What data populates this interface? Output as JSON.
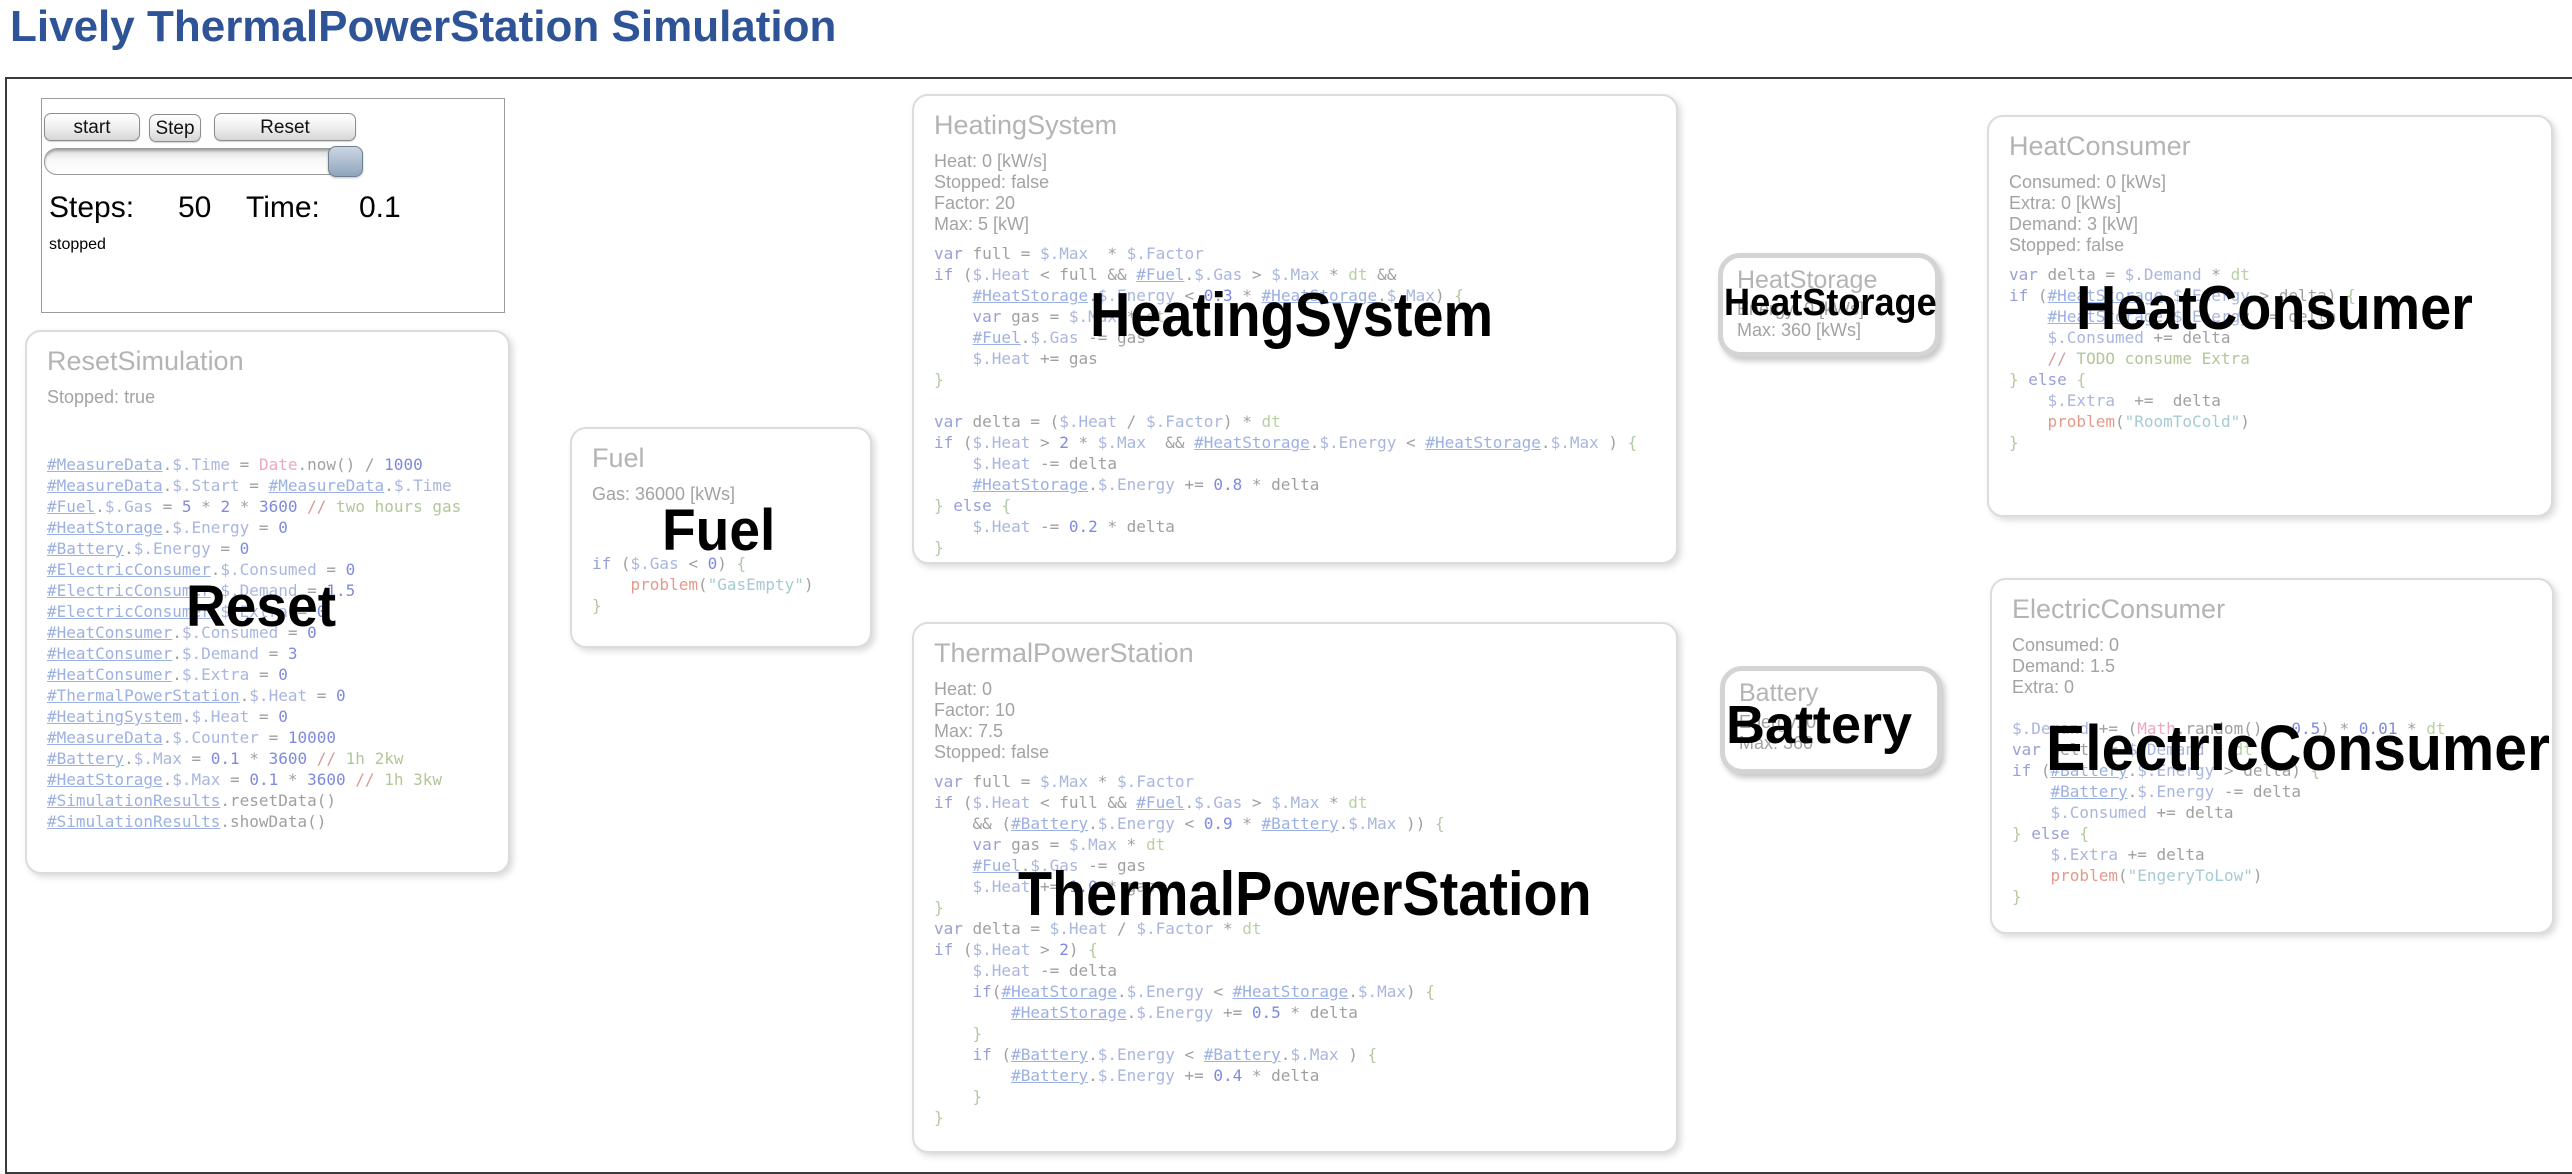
{
  "page": {
    "title": "Lively ThermalPowerStation Simulation",
    "title_color": "#2e5397"
  },
  "control_panel": {
    "start_button": "start",
    "step_button": "Step",
    "reset_button": "Reset",
    "steps_label": "Steps:",
    "steps_value": "50",
    "time_label": "Time:",
    "time_value": "0.1",
    "status": "stopped",
    "slider_position_percent": 90
  },
  "modules": {
    "reset_simulation": {
      "title": "ResetSimulation",
      "stats": [
        "Stopped: true"
      ],
      "code": [
        "#MeasureData.$.Time = Date.now() / 1000",
        "#MeasureData.$.Start = #MeasureData.$.Time",
        "#Fuel.$.Gas = 5 * 2 * 3600 // two hours gas",
        "#HeatStorage.$.Energy = 0",
        "#Battery.$.Energy = 0",
        "#ElectricConsumer.$.Consumed = 0",
        "#ElectricConsumer.$.Demand = 1.5",
        "#ElectricConsumer.$.Extra = 0",
        "#HeatConsumer.$.Consumed = 0",
        "#HeatConsumer.$.Demand = 3",
        "#HeatConsumer.$.Extra = 0",
        "#ThermalPowerStation.$.Heat = 0",
        "#HeatingSystem.$.Heat = 0",
        "#MeasureData.$.Counter = 10000",
        "#Battery.$.Max = 0.1 * 3600 // 1h 2kw",
        "#HeatStorage.$.Max = 0.1 * 3600 // 1h 3kw",
        "#SimulationResults.resetData()",
        "#SimulationResults.showData()"
      ]
    },
    "fuel": {
      "title": "Fuel",
      "stats": [
        "Gas: 36000 [kWs]"
      ],
      "code": [
        "if ($.Gas < 0) {",
        "    problem(\"GasEmpty\")",
        "}"
      ]
    },
    "heating_system": {
      "title": "HeatingSystem",
      "stats": [
        "Heat: 0 [kW/s]",
        "Stopped: false",
        "Factor: 20",
        "Max: 5 [kW]"
      ],
      "code": [
        "var full = $.Max  * $.Factor",
        "if ($.Heat < full && #Fuel.$.Gas > $.Max * dt &&",
        "    #HeatStorage.$.Energy < 0.3 * #HeatStorage.$.Max) {",
        "    var gas = $.Max * dt",
        "    #Fuel.$.Gas -= gas",
        "    $.Heat += gas",
        "}",
        "",
        "var delta = ($.Heat / $.Factor) * dt",
        "if ($.Heat > 2 * $.Max  && #HeatStorage.$.Energy < #HeatStorage.$.Max ) {",
        "    $.Heat -= delta",
        "    #HeatStorage.$.Energy += 0.8 * delta",
        "} else {",
        "    $.Heat -= 0.2 * delta",
        "}"
      ]
    },
    "thermal_power_station": {
      "title": "ThermalPowerStation",
      "stats": [
        "Heat: 0",
        "Factor: 10",
        "Max: 7.5",
        "Stopped: false"
      ],
      "code": [
        "var full = $.Max * $.Factor",
        "if ($.Heat < full && #Fuel.$.Gas > $.Max * dt",
        "    && (#Battery.$.Energy < 0.9 * #Battery.$.Max )) {",
        "    var gas = $.Max * dt",
        "    #Fuel.$.Gas -= gas",
        "    $.Heat += 1.0 * gas",
        "}",
        "var delta = $.Heat / $.Factor * dt",
        "if ($.Heat > 2) {",
        "    $.Heat -= delta",
        "    if(#HeatStorage.$.Energy < #HeatStorage.$.Max) {",
        "        #HeatStorage.$.Energy += 0.5 * delta",
        "    }",
        "    if (#Battery.$.Energy < #Battery.$.Max ) {",
        "        #Battery.$.Energy += 0.4 * delta",
        "    }",
        "}"
      ]
    },
    "heat_storage": {
      "title": "HeatStorage",
      "stats": [
        "Energy: 0 [kWs]",
        "Max: 360 [kWs]"
      ]
    },
    "battery": {
      "title": "Battery",
      "stats": [
        "Energy: 0",
        "Max: 360"
      ]
    },
    "heat_consumer": {
      "title": "HeatConsumer",
      "stats": [
        "Consumed: 0 [kWs]",
        "Extra: 0 [kWs]",
        "Demand: 3 [kW]",
        "Stopped: false"
      ],
      "code": [
        "var delta = $.Demand * dt",
        "if (#HeatStorage.$.Energy > delta) {",
        "    #HeatStorage.$.Energy -= delta",
        "    $.Consumed += delta",
        "    // TODO consume Extra",
        "} else {",
        "    $.Extra  +=  delta",
        "    problem(\"RoomToCold\")",
        "}"
      ]
    },
    "electric_consumer": {
      "title": "ElectricConsumer",
      "stats": [
        "Consumed: 0",
        "Demand: 1.5",
        "Extra: 0"
      ],
      "code": [
        "$.Demand += (Math.random() - 0.5) * 0.01 * dt",
        "var delta = $.Demand * dt",
        "if (#Battery.$.Energy > delta) {",
        "    #Battery.$.Energy -= delta",
        "    $.Consumed += delta",
        "} else {",
        "    $.Extra += delta",
        "    problem(\"EngeryToLow\")",
        "}"
      ]
    }
  },
  "overlay_labels": {
    "reset": "Reset",
    "fuel": "Fuel",
    "heating_system": "HeatingSystem",
    "heat_storage": "HeatStorage",
    "heat_consumer": "HeatConsumer",
    "thermal_power_station": "ThermalPowerStation",
    "battery": "Battery",
    "electric_consumer": "ElectricConsumer"
  }
}
